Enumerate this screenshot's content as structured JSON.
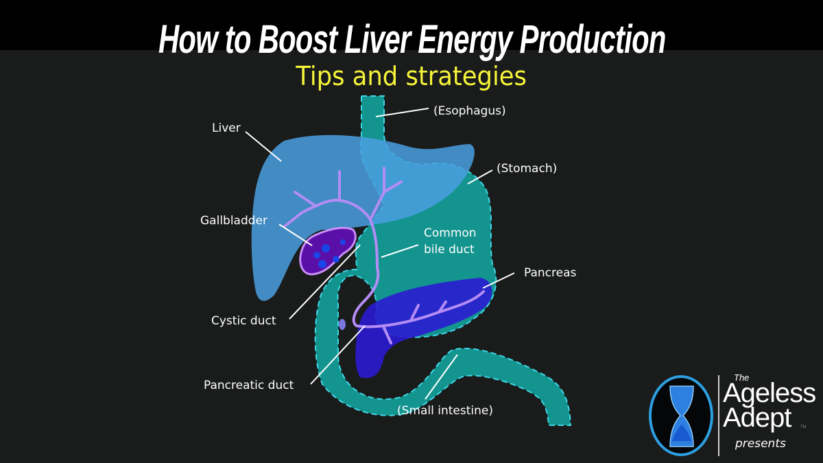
{
  "header": {
    "title": "How to Boost Liver Energy Production",
    "subtitle": "Tips and strategies"
  },
  "diagram": {
    "labels": {
      "esophagus": "(Esophagus)",
      "liver": "Liver",
      "stomach": "(Stomach)",
      "gallbladder": "Gallbladder",
      "common_bile_duct_line1": "Common",
      "common_bile_duct_line2": "bile duct",
      "pancreas": "Pancreas",
      "cystic_duct": "Cystic duct",
      "pancreatic_duct": "Pancreatic duct",
      "small_intestine": "(Small intestine)"
    },
    "colors": {
      "background": "#1a1b1b",
      "top_band": "#000000",
      "title": "#ffffff",
      "subtitle": "#f5f53a",
      "liver": "#4a9fe0",
      "stomach": "#14948f",
      "stomach_outline": "#3fd8e8",
      "pancreas": "#2a1bd0",
      "bile_ducts": "#b48cf5",
      "gallbladder": "#5a10a8"
    }
  },
  "logo": {
    "the": "The",
    "line1": "Ageless",
    "line2": "Adept",
    "tm": "TM",
    "presents": "presents"
  }
}
